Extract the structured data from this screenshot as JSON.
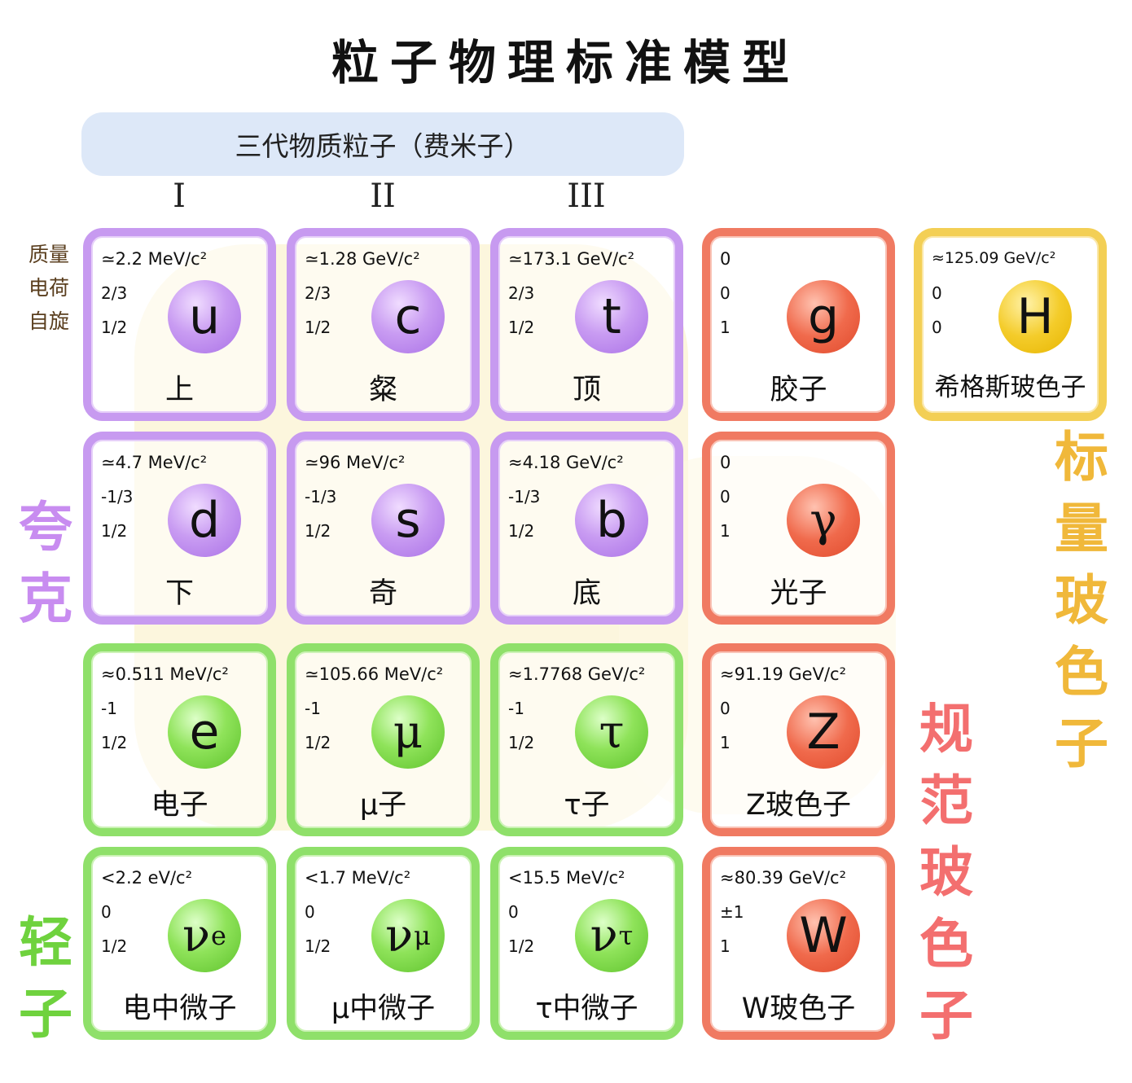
{
  "title": "粒子物理标准模型",
  "fermion_banner": "三代物质粒子（费米子）",
  "generations": [
    "I",
    "II",
    "III"
  ],
  "property_labels": [
    "质量",
    "电荷",
    "自旋"
  ],
  "groups": {
    "quarks": [
      "夸",
      "克"
    ],
    "leptons": [
      "轻",
      "子"
    ],
    "gauge_bosons": [
      "规",
      "范",
      "玻",
      "色",
      "子"
    ],
    "scalar_bosons": [
      "标",
      "量",
      "玻",
      "色",
      "子"
    ]
  },
  "colors": {
    "quark": "#c79af0",
    "lepton": "#8fe06a",
    "gauge": "#f07a62",
    "scalar": "#f3cf55",
    "quark_label": "#c88cf0",
    "lepton_label": "#6fd23e",
    "gauge_label": "#f36f6f",
    "scalar_label": "#f0b83a"
  },
  "particles": {
    "up": {
      "mass": "≃2.2 MeV/c²",
      "charge": "2/3",
      "spin": "1/2",
      "symbol": "u",
      "name": "上"
    },
    "charm": {
      "mass": "≃1.28 GeV/c²",
      "charge": "2/3",
      "spin": "1/2",
      "symbol": "c",
      "name": "粲"
    },
    "top": {
      "mass": "≃173.1 GeV/c²",
      "charge": "2/3",
      "spin": "1/2",
      "symbol": "t",
      "name": "顶"
    },
    "gluon": {
      "mass": "0",
      "charge": "0",
      "spin": "1",
      "symbol": "g",
      "name": "胶子"
    },
    "higgs": {
      "mass": "≈125.09 GeV/c²",
      "charge": "0",
      "spin": "0",
      "symbol": "H",
      "name": "希格斯玻色子"
    },
    "down": {
      "mass": "≃4.7 MeV/c²",
      "charge": "-1/3",
      "spin": "1/2",
      "symbol": "d",
      "name": "下"
    },
    "strange": {
      "mass": "≃96 MeV/c²",
      "charge": "-1/3",
      "spin": "1/2",
      "symbol": "s",
      "name": "奇"
    },
    "bottom": {
      "mass": "≈4.18 GeV/c²",
      "charge": "-1/3",
      "spin": "1/2",
      "symbol": "b",
      "name": "底"
    },
    "photon": {
      "mass": "0",
      "charge": "0",
      "spin": "1",
      "symbol": "γ",
      "name": "光子"
    },
    "electron": {
      "mass": "≈0.511 MeV/c²",
      "charge": "-1",
      "spin": "1/2",
      "symbol": "e",
      "name": "电子"
    },
    "muon": {
      "mass": "≃105.66 MeV/c²",
      "charge": "-1",
      "spin": "1/2",
      "symbol": "μ",
      "name": "μ子"
    },
    "tau": {
      "mass": "≈1.7768 GeV/c²",
      "charge": "-1",
      "spin": "1/2",
      "symbol": "τ",
      "name": "τ子"
    },
    "z_boson": {
      "mass": "≈91.19 GeV/c²",
      "charge": "0",
      "spin": "1",
      "symbol": "Z",
      "name": "Z玻色子"
    },
    "electron_neutrino": {
      "mass": "<2.2 eV/c²",
      "charge": "0",
      "spin": "1/2",
      "symbol": "ν",
      "subscript": "e",
      "name": "电中微子"
    },
    "muon_neutrino": {
      "mass": "<1.7 MeV/c²",
      "charge": "0",
      "spin": "1/2",
      "symbol": "ν",
      "subscript": "μ",
      "name": "μ中微子"
    },
    "tau_neutrino": {
      "mass": "<15.5 MeV/c²",
      "charge": "0",
      "spin": "1/2",
      "symbol": "ν",
      "subscript": "τ",
      "name": "τ中微子"
    },
    "w_boson": {
      "mass": "≈80.39 GeV/c²",
      "charge": "±1",
      "spin": "1",
      "symbol": "W",
      "name": "W玻色子"
    }
  }
}
